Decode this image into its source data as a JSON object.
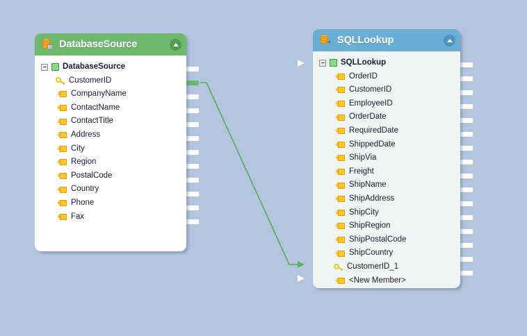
{
  "canvas": {
    "background_color": "#b3c5de"
  },
  "nodes": [
    {
      "id": "database-source",
      "title": "DatabaseSource",
      "icon": "database-cylinder-icon",
      "header_color": "#6fb96f",
      "body_color": "#ffffff",
      "collapse_icon": "collapse-up-icon",
      "root_label": "DatabaseSource",
      "fields": [
        {
          "label": "CustomerID",
          "icon": "key-icon"
        },
        {
          "label": "CompanyName",
          "icon": "field-tag-icon"
        },
        {
          "label": "ContactName",
          "icon": "field-tag-icon"
        },
        {
          "label": "ContactTitle",
          "icon": "field-tag-icon"
        },
        {
          "label": "Address",
          "icon": "field-tag-icon"
        },
        {
          "label": "City",
          "icon": "field-tag-icon"
        },
        {
          "label": "Region",
          "icon": "field-tag-icon"
        },
        {
          "label": "PostalCode",
          "icon": "field-tag-icon"
        },
        {
          "label": "Country",
          "icon": "field-tag-icon"
        },
        {
          "label": "Phone",
          "icon": "field-tag-icon"
        },
        {
          "label": "Fax",
          "icon": "field-tag-icon"
        }
      ]
    },
    {
      "id": "sql-lookup",
      "title": "SQLLookup",
      "icon": "sql-lookup-icon",
      "header_color": "#6aaed6",
      "body_color": "#eef5f3",
      "collapse_icon": "collapse-up-icon",
      "root_label": "SQLLookup",
      "fields": [
        {
          "label": "OrderID",
          "icon": "field-tag-icon"
        },
        {
          "label": "CustomerID",
          "icon": "field-tag-icon"
        },
        {
          "label": "EmployeeID",
          "icon": "field-tag-icon"
        },
        {
          "label": "OrderDate",
          "icon": "field-tag-icon"
        },
        {
          "label": "RequiredDate",
          "icon": "field-tag-icon"
        },
        {
          "label": "ShippedDate",
          "icon": "field-tag-icon"
        },
        {
          "label": "ShipVia",
          "icon": "field-tag-icon"
        },
        {
          "label": "Freight",
          "icon": "field-tag-icon"
        },
        {
          "label": "ShipName",
          "icon": "field-tag-icon"
        },
        {
          "label": "ShipAddress",
          "icon": "field-tag-icon"
        },
        {
          "label": "ShipCity",
          "icon": "field-tag-icon"
        },
        {
          "label": "ShipRegion",
          "icon": "field-tag-icon"
        },
        {
          "label": "ShipPostalCode",
          "icon": "field-tag-icon"
        },
        {
          "label": "ShipCountry",
          "icon": "field-tag-icon"
        },
        {
          "label": "CustomerID_1",
          "icon": "key-icon"
        },
        {
          "label": "<New Member>",
          "icon": "field-tag-icon"
        }
      ]
    }
  ],
  "connection": {
    "from_node": "database-source",
    "from_field": "CustomerID",
    "to_node": "sql-lookup",
    "to_field": "CustomerID_1",
    "color": "#5aa95a"
  }
}
